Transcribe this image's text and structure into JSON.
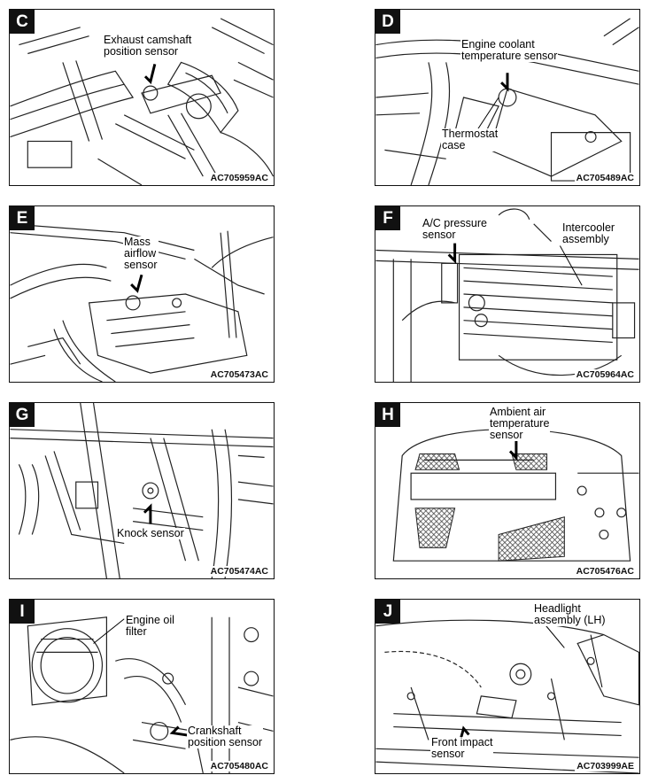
{
  "panels": {
    "c": {
      "letter": "C",
      "labels": [
        "Exhaust camshaft",
        "position sensor"
      ],
      "code": "AC705959AC"
    },
    "d": {
      "letter": "D",
      "label1": [
        "Engine coolant",
        "temperature sensor"
      ],
      "label2": [
        "Thermostat",
        "case"
      ],
      "code": "AC705489AC"
    },
    "e": {
      "letter": "E",
      "labels": [
        "Mass",
        "airflow",
        "sensor"
      ],
      "code": "AC705473AC"
    },
    "f": {
      "letter": "F",
      "label1": [
        "A/C pressure",
        "sensor"
      ],
      "label2": [
        "Intercooler",
        "assembly"
      ],
      "code": "AC705964AC"
    },
    "g": {
      "letter": "G",
      "labels": [
        "Knock sensor"
      ],
      "code": "AC705474AC"
    },
    "h": {
      "letter": "H",
      "labels": [
        "Ambient air",
        "temperature",
        "sensor"
      ],
      "code": "AC705476AC"
    },
    "i": {
      "letter": "I",
      "label1": [
        "Engine oil",
        "filter"
      ],
      "label2": [
        "Crankshaft",
        "position sensor"
      ],
      "code": "AC705480AC"
    },
    "j": {
      "letter": "J",
      "label1": [
        "Headlight",
        "assembly (LH)"
      ],
      "label2": [
        "Front impact",
        "sensor"
      ],
      "code": "AC703999AE"
    }
  }
}
